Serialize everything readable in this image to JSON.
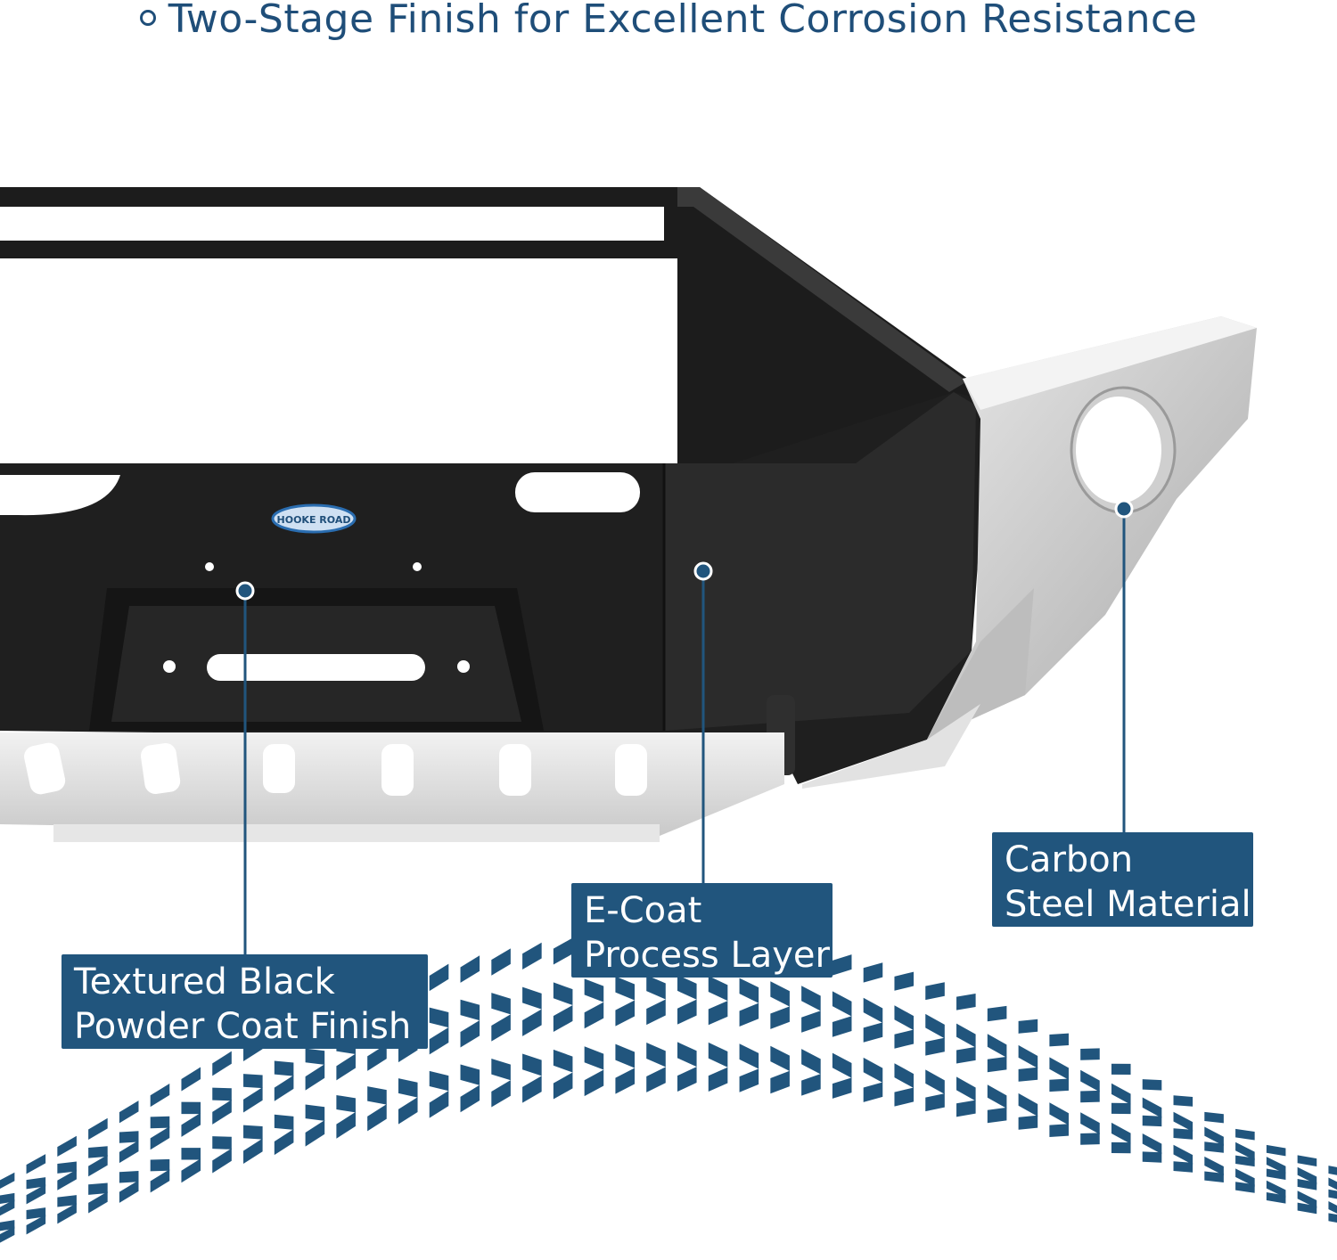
{
  "heading": {
    "text": "Two-Stage Finish for Excellent Corrosion Resistance",
    "bullet_icon": "hollow-circle-bullet-icon"
  },
  "product": {
    "logo_text": "HOOKE ROAD"
  },
  "callouts": {
    "powder_coat": {
      "line1": "Textured Black",
      "line2": "Powder Coat Finish"
    },
    "ecoat": {
      "line1": "E-Coat",
      "line2": "Process Layer"
    },
    "carbon": {
      "line1": "Carbon",
      "line2": "Steel Material"
    }
  },
  "colors": {
    "brand_blue": "#21557d",
    "heading_blue": "#1f4e79",
    "bumper_black": "#1c1c1c",
    "steel_silver": "#d9d9d9"
  }
}
